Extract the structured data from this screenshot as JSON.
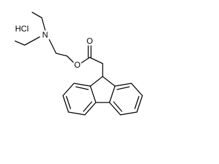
{
  "molecule": {
    "salt_label": "HCl",
    "atoms": {
      "nitrogen": "N",
      "ester_oxygen": "O",
      "carbonyl_oxygen": "O"
    }
  },
  "colors": {
    "bond": "#000000",
    "label": "#000000",
    "background": "#ffffff"
  }
}
